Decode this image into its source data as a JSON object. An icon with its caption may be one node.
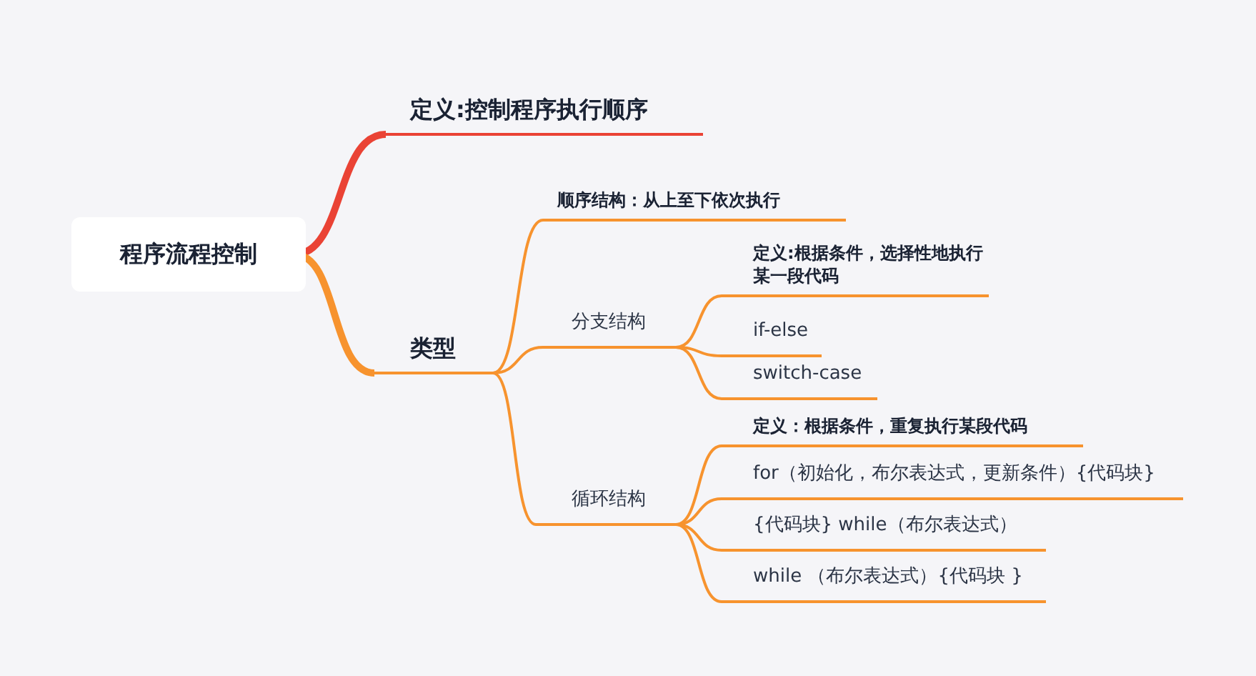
{
  "diagram": {
    "nodes": [
      {
        "text": [
          "程序流程控制"
        ]
      },
      {
        "text": [
          "定义:控制程序执行顺序"
        ]
      },
      {
        "text": [
          "类型"
        ]
      },
      {
        "text": [
          "顺序结构：从上至下依次执行"
        ]
      },
      {
        "text": [
          "分支结构"
        ]
      },
      {
        "text": [
          "定义:根据条件，选择性地执行某一段代码"
        ]
      },
      {
        "text": [
          "if-else"
        ]
      },
      {
        "text": [
          "switch-case"
        ]
      },
      {
        "text": [
          "循环结构"
        ]
      },
      {
        "text": [
          "定义：根据条件，重复执行某段代码"
        ]
      },
      {
        "text": [
          "for（初始化，布尔表达式，更新条件）{代码块}"
        ]
      },
      {
        "text": [
          "{代码块}   while（布尔表达式）"
        ]
      },
      {
        "text": [
          "while （布尔表达式）{代码块  }"
        ]
      }
    ],
    "edges": [
      {
        "from": 0,
        "to": 1,
        "arrow": "none",
        "style": "thick",
        "color": "#ea4335"
      },
      {
        "from": 0,
        "to": 2,
        "arrow": "none",
        "style": "thick"
      },
      {
        "from": 2,
        "to": 3,
        "arrow": "none"
      },
      {
        "from": 2,
        "to": 4,
        "arrow": "none"
      },
      {
        "from": 4,
        "to": 5,
        "arrow": "none"
      },
      {
        "from": 4,
        "to": 6,
        "arrow": "none"
      },
      {
        "from": 4,
        "to": 7,
        "arrow": "none"
      },
      {
        "from": 2,
        "to": 8,
        "arrow": "none"
      },
      {
        "from": 8,
        "to": 9,
        "arrow": "none"
      },
      {
        "from": 8,
        "to": 10,
        "arrow": "none"
      },
      {
        "from": 8,
        "to": 11,
        "arrow": "none"
      },
      {
        "from": 8,
        "to": 12,
        "arrow": "none"
      }
    ]
  }
}
